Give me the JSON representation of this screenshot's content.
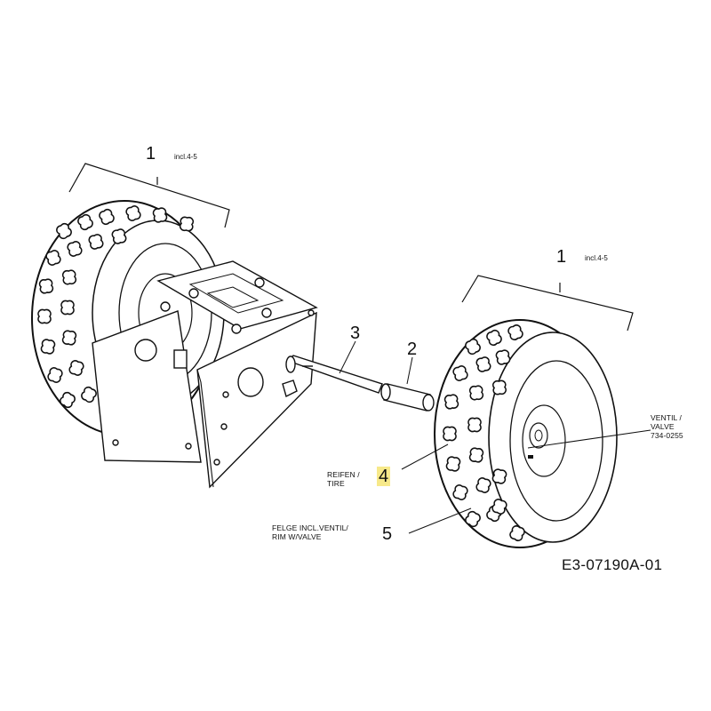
{
  "callouts": {
    "assembly_left": {
      "number": "1",
      "note": "incl.4-5"
    },
    "assembly_right": {
      "number": "1",
      "note": "incl.4-5"
    },
    "axle": {
      "number": "3"
    },
    "spacer": {
      "number": "2"
    },
    "tire": {
      "number": "4",
      "line1": "REIFEN /",
      "line2": "TIRE"
    },
    "rim": {
      "number": "5",
      "line1": "FELGE INCL.VENTIL/",
      "line2": "RIM W/VALVE"
    },
    "valve": {
      "line1": "VENTIL /",
      "line2": "VALVE",
      "line3": "734-0255"
    }
  },
  "drawing_code": "E3-07190A-01",
  "colors": {
    "ink": "#111111",
    "highlight": "#f7e98a",
    "background": "#ffffff"
  }
}
